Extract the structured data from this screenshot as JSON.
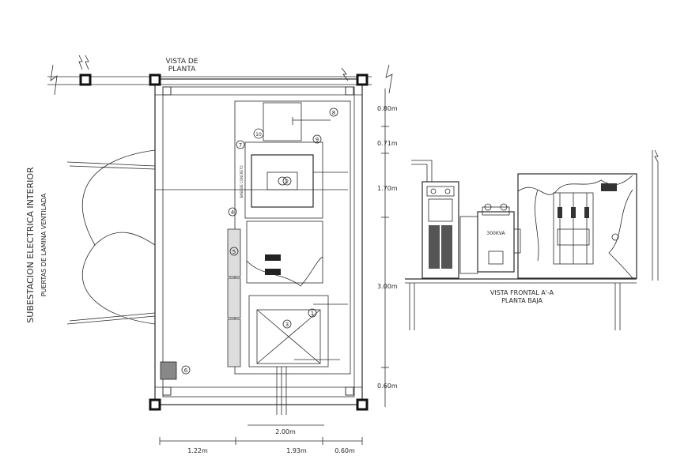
{
  "plan_view": {
    "title_line1": "VISTA DE",
    "title_line2": "PLANTA",
    "side_title": "SUBESTACION ELECTRICA INTERIOR",
    "side_subtitle": "PUERTAS DE LAMINA VENTILADA",
    "dims_vertical": [
      "0.80m",
      "0.71m",
      "1.70m",
      "3.00m",
      "0.60m"
    ],
    "dims_horizontal": [
      "1.22m",
      "1.93m",
      "0.60m"
    ],
    "dim_inner": "2.00m",
    "markers": [
      "1",
      "2",
      "3",
      "4",
      "5",
      "6",
      "7",
      "8",
      "9",
      "10"
    ],
    "small_label": "BASE DE CONCRETO"
  },
  "front_view": {
    "title_line1": "VISTA FRONTAL A'-A",
    "title_line2": "PLANTA BAJA",
    "transformer_label": "300KVA"
  }
}
